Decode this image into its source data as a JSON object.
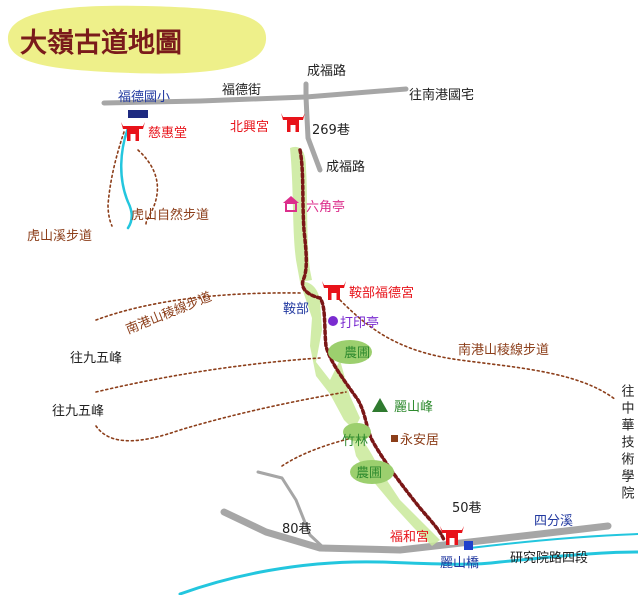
{
  "title": "大嶺古道地圖",
  "colors": {
    "title_bg": "#eef08a",
    "road": "#a6a6a6",
    "trail_dot": "#8c3e1a",
    "main_trail": "#7a1717",
    "stream": "#23c6de",
    "highlight": "#c9e99a",
    "temple": "#e8131a",
    "label_red": "#e8131a",
    "label_blue": "#2239a0",
    "label_green": "#2f8b2f",
    "label_brown": "#8c3e1a",
    "label_pink": "#dc2f8c",
    "label_black": "#222222"
  },
  "labels": {
    "chengfu_rd_top": "成福路",
    "fude_st": "福德街",
    "to_nangang": "往南港國宅",
    "fude_school": "福德國小",
    "cihui_temple": "慈惠堂",
    "beixing_temple": "北興宮",
    "lane_269": "269巷",
    "chengfu_rd": "成福路",
    "hexagon_pavilion": "六角亭",
    "hushan_trail": "虎山自然步道",
    "hushan_creek_trail": "虎山溪步道",
    "anbu": "鞍部",
    "anbu_fude_temple": "鞍部福德宮",
    "nangang_ridge_left": "南港山稜線步道",
    "nangang_ridge_right": "南港山稜線步道",
    "stamp_pavilion": "打印亭",
    "to_jiuwu_1": "往九五峰",
    "farm_1": "農圃",
    "to_jiuwu_2": "往九五峰",
    "lishan_peak": "麗山峰",
    "bamboo": "竹林",
    "yongan": "永安居",
    "farm_2": "農圃",
    "lane_50": "50巷",
    "lane_80": "80巷",
    "fuhe_temple": "福和宮",
    "sifen_creek": "四分溪",
    "lishan_bridge": "麗山橋",
    "yanjiuyuan_rd": "研究院路四段",
    "to_zhonghua": "往中華技術學院"
  },
  "icons": {
    "temple": "temple-icon",
    "pavilion": "pavilion-icon",
    "stamp": "stamp-point-icon",
    "peak": "peak-icon",
    "house": "house-icon",
    "school": "school-marker-icon",
    "bridge": "bridge-marker-icon"
  }
}
